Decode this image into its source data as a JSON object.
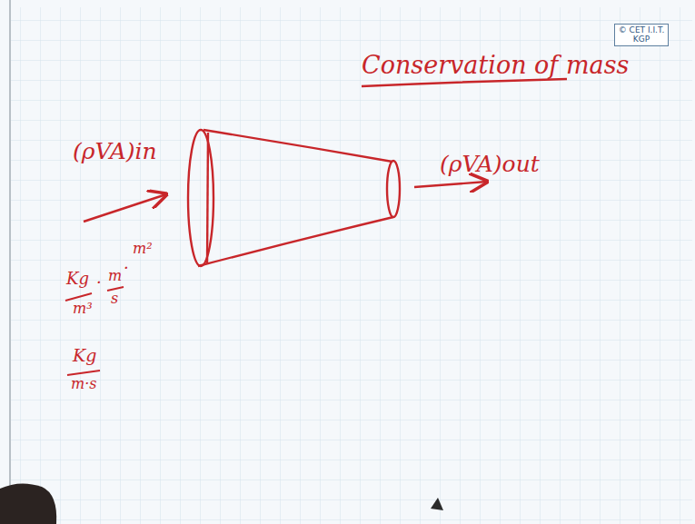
{
  "diagram": {
    "title": "Conservation of mass",
    "nodes": [
      {
        "text": [
          "© CET I.I.T. KGP"
        ]
      }
    ],
    "labels": [
      "(ρVA)in",
      "(ρVA)out",
      "Kg",
      "m³",
      "·",
      "m",
      "s",
      "·",
      "m²",
      "Kg",
      "m·s"
    ]
  }
}
